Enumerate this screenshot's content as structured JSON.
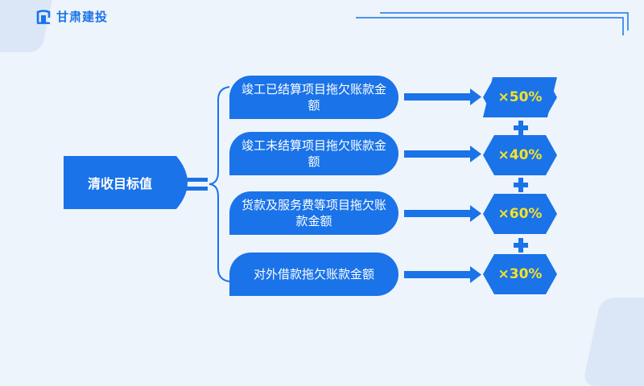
{
  "brand": {
    "name": "甘肃建投",
    "logo_icon": "company-logo-icon",
    "color": "#1a73e8"
  },
  "diagram": {
    "main": "清收目标值",
    "items": [
      {
        "label": "竣工已结算项目拖欠账款金额",
        "multiplier": "×50%"
      },
      {
        "label": "竣工未结算项目拖欠账款金额",
        "multiplier": "×40%"
      },
      {
        "label": "货款及服务费等项目拖欠账款金额",
        "multiplier": "×60%"
      },
      {
        "label": "对外借款拖欠账款金额",
        "multiplier": "×30%"
      }
    ]
  }
}
